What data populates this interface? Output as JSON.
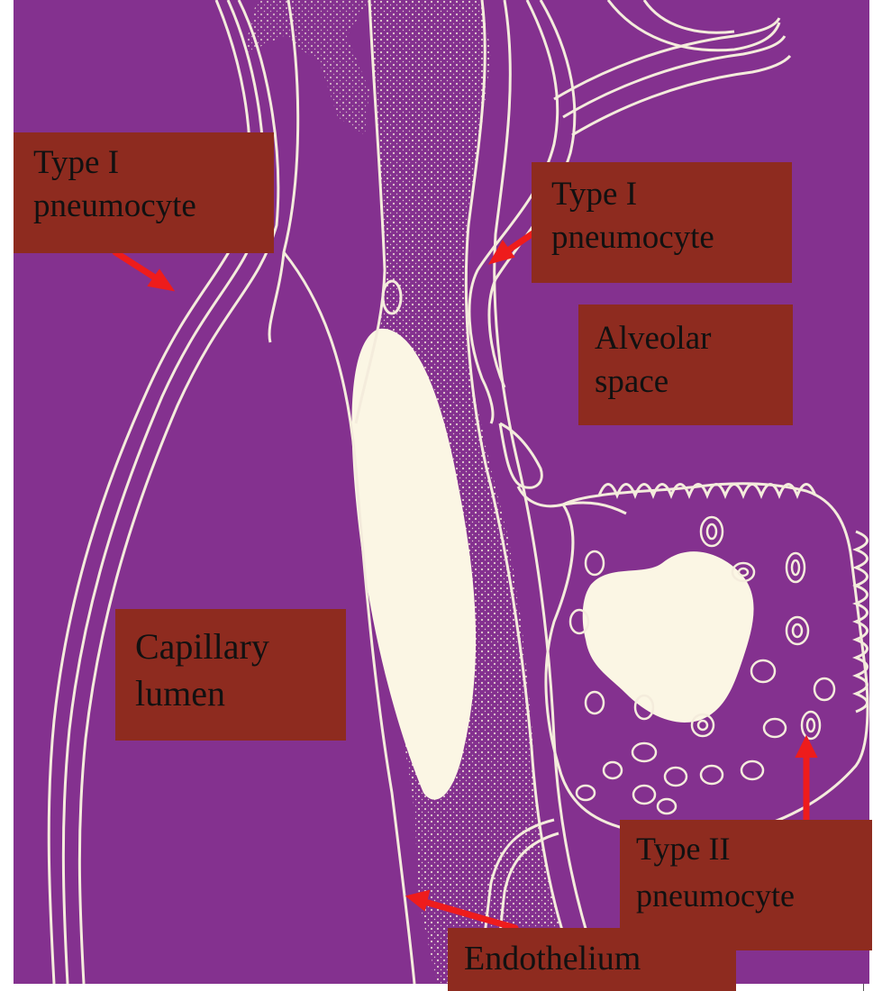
{
  "labels": {
    "type1_left": "Type I\npneumocyte",
    "type1_right": "Type I\npneumocyte",
    "alveolar": "Alveolar\nspace",
    "capillary": "Capillary\nlumen",
    "type2": "Type II\npneumocyte",
    "endothelium": "Endothelium"
  },
  "colors": {
    "tissue_background": "#84318f",
    "structure_lines": "#f4ecdc",
    "label_box": "#8e2b1f",
    "label_text": "#111111",
    "arrow": "#ee1c1c"
  }
}
